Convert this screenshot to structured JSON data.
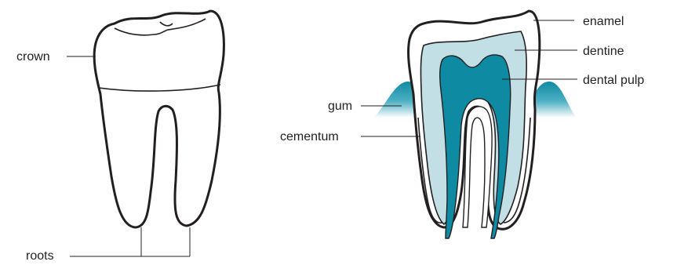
{
  "labels": {
    "crown": "crown",
    "roots": "roots",
    "enamel": "enamel",
    "dentine": "dentine",
    "dental_pulp": "dental pulp",
    "gum": "gum",
    "cementum": "cementum"
  },
  "colors": {
    "outline": "#231f20",
    "enamel": "#ffffff",
    "dentine": "#c3dfe6",
    "pulp": "#0f8aa3",
    "gum_dark": "#0f8aa3",
    "gum_light": "#ffffff"
  }
}
